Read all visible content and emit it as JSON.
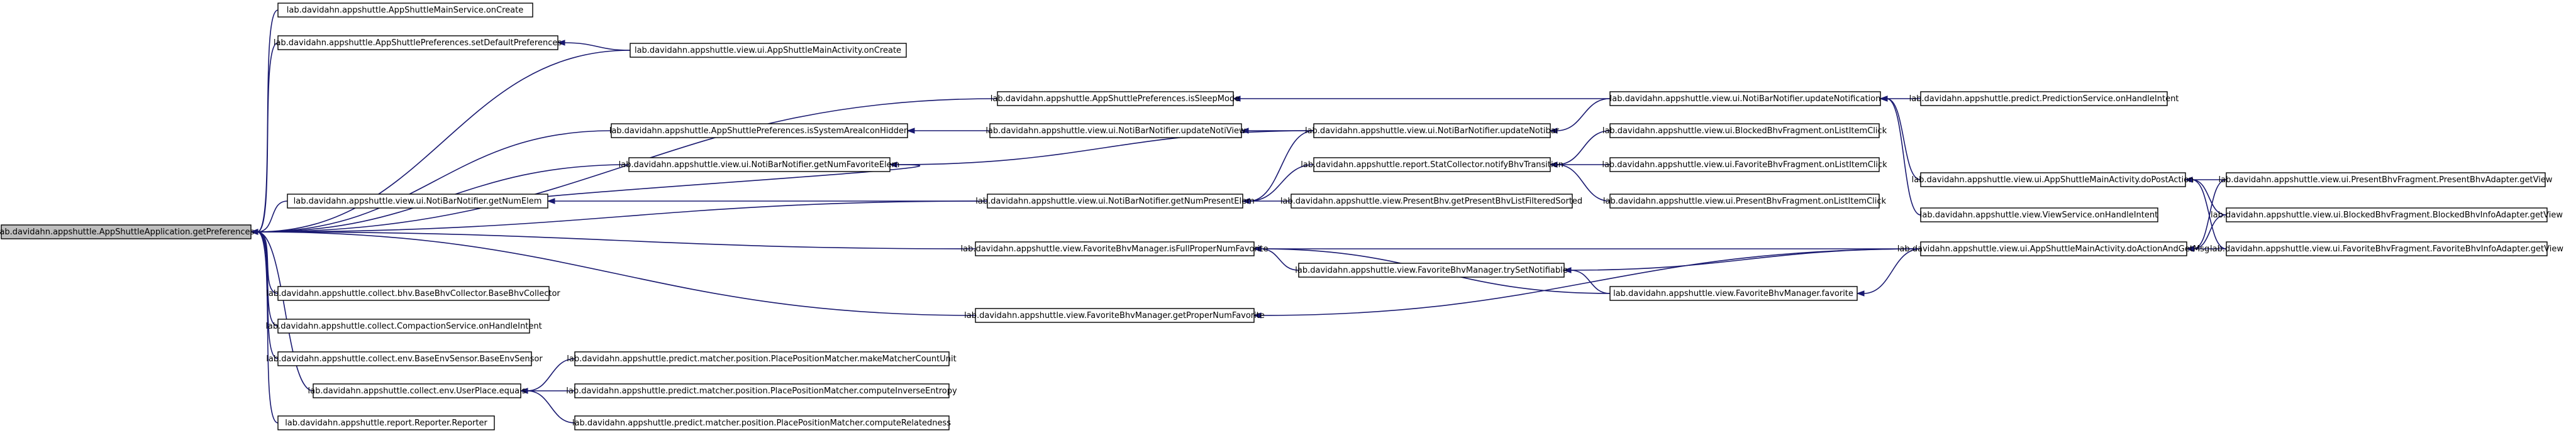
{
  "nodes": {
    "root": "lab.davidahn.appshuttle.AppShuttleApplication.getPreferences",
    "svc_onCreate": "lab.davidahn.appshuttle.AppShuttleMainService.onCreate",
    "pref_setDefault": "lab.davidahn.appshuttle.AppShuttlePreferences.setDefaultPreferences",
    "main_onCreate": "lab.davidahn.appshuttle.view.ui.AppShuttleMainActivity.onCreate",
    "pref_isSleep": "lab.davidahn.appshuttle.AppShuttlePreferences.isSleepMode",
    "nb_updateNotification": "lab.davidahn.appshuttle.view.ui.NotiBarNotifier.updateNotification",
    "prediction_onHandle": "lab.davidahn.appshuttle.predict.PredictionService.onHandleIntent",
    "pref_isSysHidden": "lab.davidahn.appshuttle.AppShuttlePreferences.isSystemAreaIconHidden",
    "nb_updateNotiView": "lab.davidahn.appshuttle.view.ui.NotiBarNotifier.updateNotiView",
    "nb_updateNotibar": "lab.davidahn.appshuttle.view.ui.NotiBarNotifier.updateNotibar",
    "blocked_onList": "lab.davidahn.appshuttle.view.ui.BlockedBhvFragment.onListItemClick",
    "nb_getNumFav": "lab.davidahn.appshuttle.view.ui.NotiBarNotifier.getNumFavoriteElem",
    "stat_notify": "lab.davidahn.appshuttle.report.StatCollector.notifyBhvTransition",
    "fav_onList": "lab.davidahn.appshuttle.view.ui.FavoriteBhvFragment.onListItemClick",
    "present_onList": "lab.davidahn.appshuttle.view.ui.PresentBhvFragment.onListItemClick",
    "main_doPost": "lab.davidahn.appshuttle.view.ui.AppShuttleMainActivity.doPostAction",
    "present_adapter": "lab.davidahn.appshuttle.view.ui.PresentBhvFragment.PresentBhvAdapter.getView",
    "nb_getNumElem": "lab.davidahn.appshuttle.view.ui.NotiBarNotifier.getNumElem",
    "nb_getNumPresent": "lab.davidahn.appshuttle.view.ui.NotiBarNotifier.getNumPresentElem",
    "present_getList": "lab.davidahn.appshuttle.view.PresentBhv.getPresentBhvListFilteredSorted",
    "view_onHandle": "lab.davidahn.appshuttle.view.ViewService.onHandleIntent",
    "blocked_adapter": "lab.davidahn.appshuttle.view.ui.BlockedBhvFragment.BlockedBhvInfoAdapter.getView",
    "fbm_isFull": "lab.davidahn.appshuttle.view.FavoriteBhvManager.isFullProperNumFavorite",
    "main_doAction": "lab.davidahn.appshuttle.view.ui.AppShuttleMainActivity.doActionAndGetMsg",
    "fav_adapter": "lab.davidahn.appshuttle.view.ui.FavoriteBhvFragment.FavoriteBhvInfoAdapter.getView",
    "fbm_trySet": "lab.davidahn.appshuttle.view.FavoriteBhvManager.trySetNotifiable",
    "fbm_favorite": "lab.davidahn.appshuttle.view.FavoriteBhvManager.favorite",
    "collect_bhv": "lab.davidahn.appshuttle.collect.bhv.BaseBhvCollector.BaseBhvCollector",
    "fbm_getProper": "lab.davidahn.appshuttle.view.FavoriteBhvManager.getProperNumFavorite",
    "compaction": "lab.davidahn.appshuttle.collect.CompactionService.onHandleIntent",
    "env_sensor": "lab.davidahn.appshuttle.collect.env.BaseEnvSensor.BaseEnvSensor",
    "ppm_make": "lab.davidahn.appshuttle.predict.matcher.position.PlacePositionMatcher.makeMatcherCountUnit",
    "userplace_equals": "lab.davidahn.appshuttle.collect.env.UserPlace.equals",
    "ppm_entropy": "lab.davidahn.appshuttle.predict.matcher.position.PlacePositionMatcher.computeInverseEntropy",
    "reporter": "lab.davidahn.appshuttle.report.Reporter.Reporter",
    "ppm_relatedness": "lab.davidahn.appshuttle.predict.matcher.position.PlacePositionMatcher.computeRelatedness"
  },
  "edges": [
    {
      "from": "svc_onCreate",
      "to": "root"
    },
    {
      "from": "pref_setDefault",
      "to": "root"
    },
    {
      "from": "main_onCreate",
      "to": "pref_setDefault"
    },
    {
      "from": "main_onCreate",
      "to": "root"
    },
    {
      "from": "pref_isSleep",
      "to": "root"
    },
    {
      "from": "nb_updateNotification",
      "to": "pref_isSleep"
    },
    {
      "from": "prediction_onHandle",
      "to": "nb_updateNotification"
    },
    {
      "from": "main_doPost",
      "to": "nb_updateNotification"
    },
    {
      "from": "view_onHandle",
      "to": "nb_updateNotification"
    },
    {
      "from": "pref_isSysHidden",
      "to": "root"
    },
    {
      "from": "nb_updateNotiView",
      "to": "pref_isSysHidden"
    },
    {
      "from": "nb_updateNotibar",
      "to": "nb_updateNotiView"
    },
    {
      "from": "nb_updateNotification",
      "to": "nb_updateNotibar"
    },
    {
      "from": "nb_getNumFav",
      "to": "root"
    },
    {
      "from": "nb_updateNotibar",
      "to": "nb_getNumFav"
    },
    {
      "from": "nb_getNumElem",
      "to": "nb_getNumFav"
    },
    {
      "from": "nb_getNumElem",
      "to": "root"
    },
    {
      "from": "nb_getNumPresent",
      "to": "nb_getNumElem"
    },
    {
      "from": "nb_getNumPresent",
      "to": "root"
    },
    {
      "from": "nb_updateNotibar",
      "to": "nb_getNumPresent"
    },
    {
      "from": "stat_notify",
      "to": "nb_getNumPresent"
    },
    {
      "from": "present_getList",
      "to": "nb_getNumPresent"
    },
    {
      "from": "blocked_onList",
      "to": "stat_notify"
    },
    {
      "from": "fav_onList",
      "to": "stat_notify"
    },
    {
      "from": "present_onList",
      "to": "stat_notify"
    },
    {
      "from": "present_adapter",
      "to": "main_doPost"
    },
    {
      "from": "blocked_adapter",
      "to": "main_doPost"
    },
    {
      "from": "fav_adapter",
      "to": "main_doPost"
    },
    {
      "from": "present_adapter",
      "to": "main_doAction"
    },
    {
      "from": "blocked_adapter",
      "to": "main_doAction"
    },
    {
      "from": "fav_adapter",
      "to": "main_doAction"
    },
    {
      "from": "fbm_isFull",
      "to": "root"
    },
    {
      "from": "main_doAction",
      "to": "fbm_isFull"
    },
    {
      "from": "fbm_favorite",
      "to": "fbm_isFull"
    },
    {
      "from": "fbm_trySet",
      "to": "fbm_isFull"
    },
    {
      "from": "main_doAction",
      "to": "fbm_trySet"
    },
    {
      "from": "fbm_favorite",
      "to": "fbm_trySet"
    },
    {
      "from": "main_doAction",
      "to": "fbm_favorite"
    },
    {
      "from": "fbm_getProper",
      "to": "root"
    },
    {
      "from": "main_doAction",
      "to": "fbm_getProper"
    },
    {
      "from": "collect_bhv",
      "to": "root"
    },
    {
      "from": "compaction",
      "to": "root"
    },
    {
      "from": "env_sensor",
      "to": "root"
    },
    {
      "from": "userplace_equals",
      "to": "root"
    },
    {
      "from": "ppm_make",
      "to": "userplace_equals"
    },
    {
      "from": "ppm_entropy",
      "to": "userplace_equals"
    },
    {
      "from": "ppm_relatedness",
      "to": "userplace_equals"
    },
    {
      "from": "reporter",
      "to": "root"
    }
  ]
}
